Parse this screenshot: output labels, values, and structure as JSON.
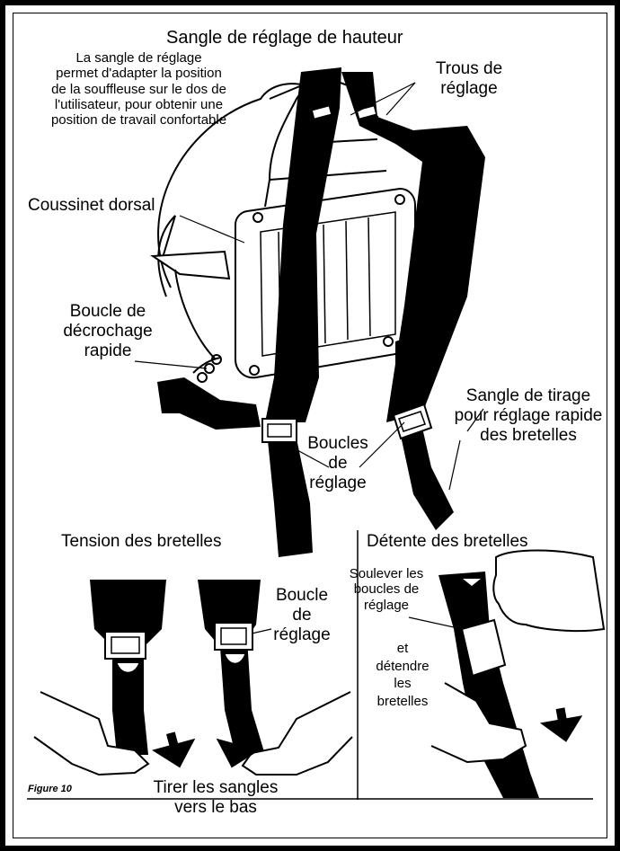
{
  "title": "Sangle de réglage de hauteur",
  "labels": {
    "height_strap_desc": [
      "La sangle de réglage",
      "permet d'adapter la position",
      "de la souffleuse sur le dos de",
      "l'utilisateur, pour obtenir une",
      "position de travail confortable"
    ],
    "adjust_holes": [
      "Trous de",
      "réglage"
    ],
    "back_pad": "Coussinet dorsal",
    "quick_release": [
      "Boucle de",
      "décrochage",
      "rapide"
    ],
    "pull_strap": [
      "Sangle de tirage",
      "pour réglage rapide",
      "des bretelles"
    ],
    "adjust_buckles": [
      "Boucles",
      "de",
      "réglage"
    ]
  },
  "tension": {
    "title": "Tension des bretelles",
    "buckle_label": [
      "Boucle",
      "de",
      "réglage"
    ],
    "instruction": [
      "Tirer les sangles",
      "vers le bas"
    ]
  },
  "release": {
    "title": "Détente des bretelles",
    "instruction": [
      "Soulever les",
      "boucles de",
      "réglage"
    ],
    "instruction2": [
      "et",
      "détendre",
      "les",
      "bretelles"
    ]
  },
  "figure_label": "Figure 10"
}
